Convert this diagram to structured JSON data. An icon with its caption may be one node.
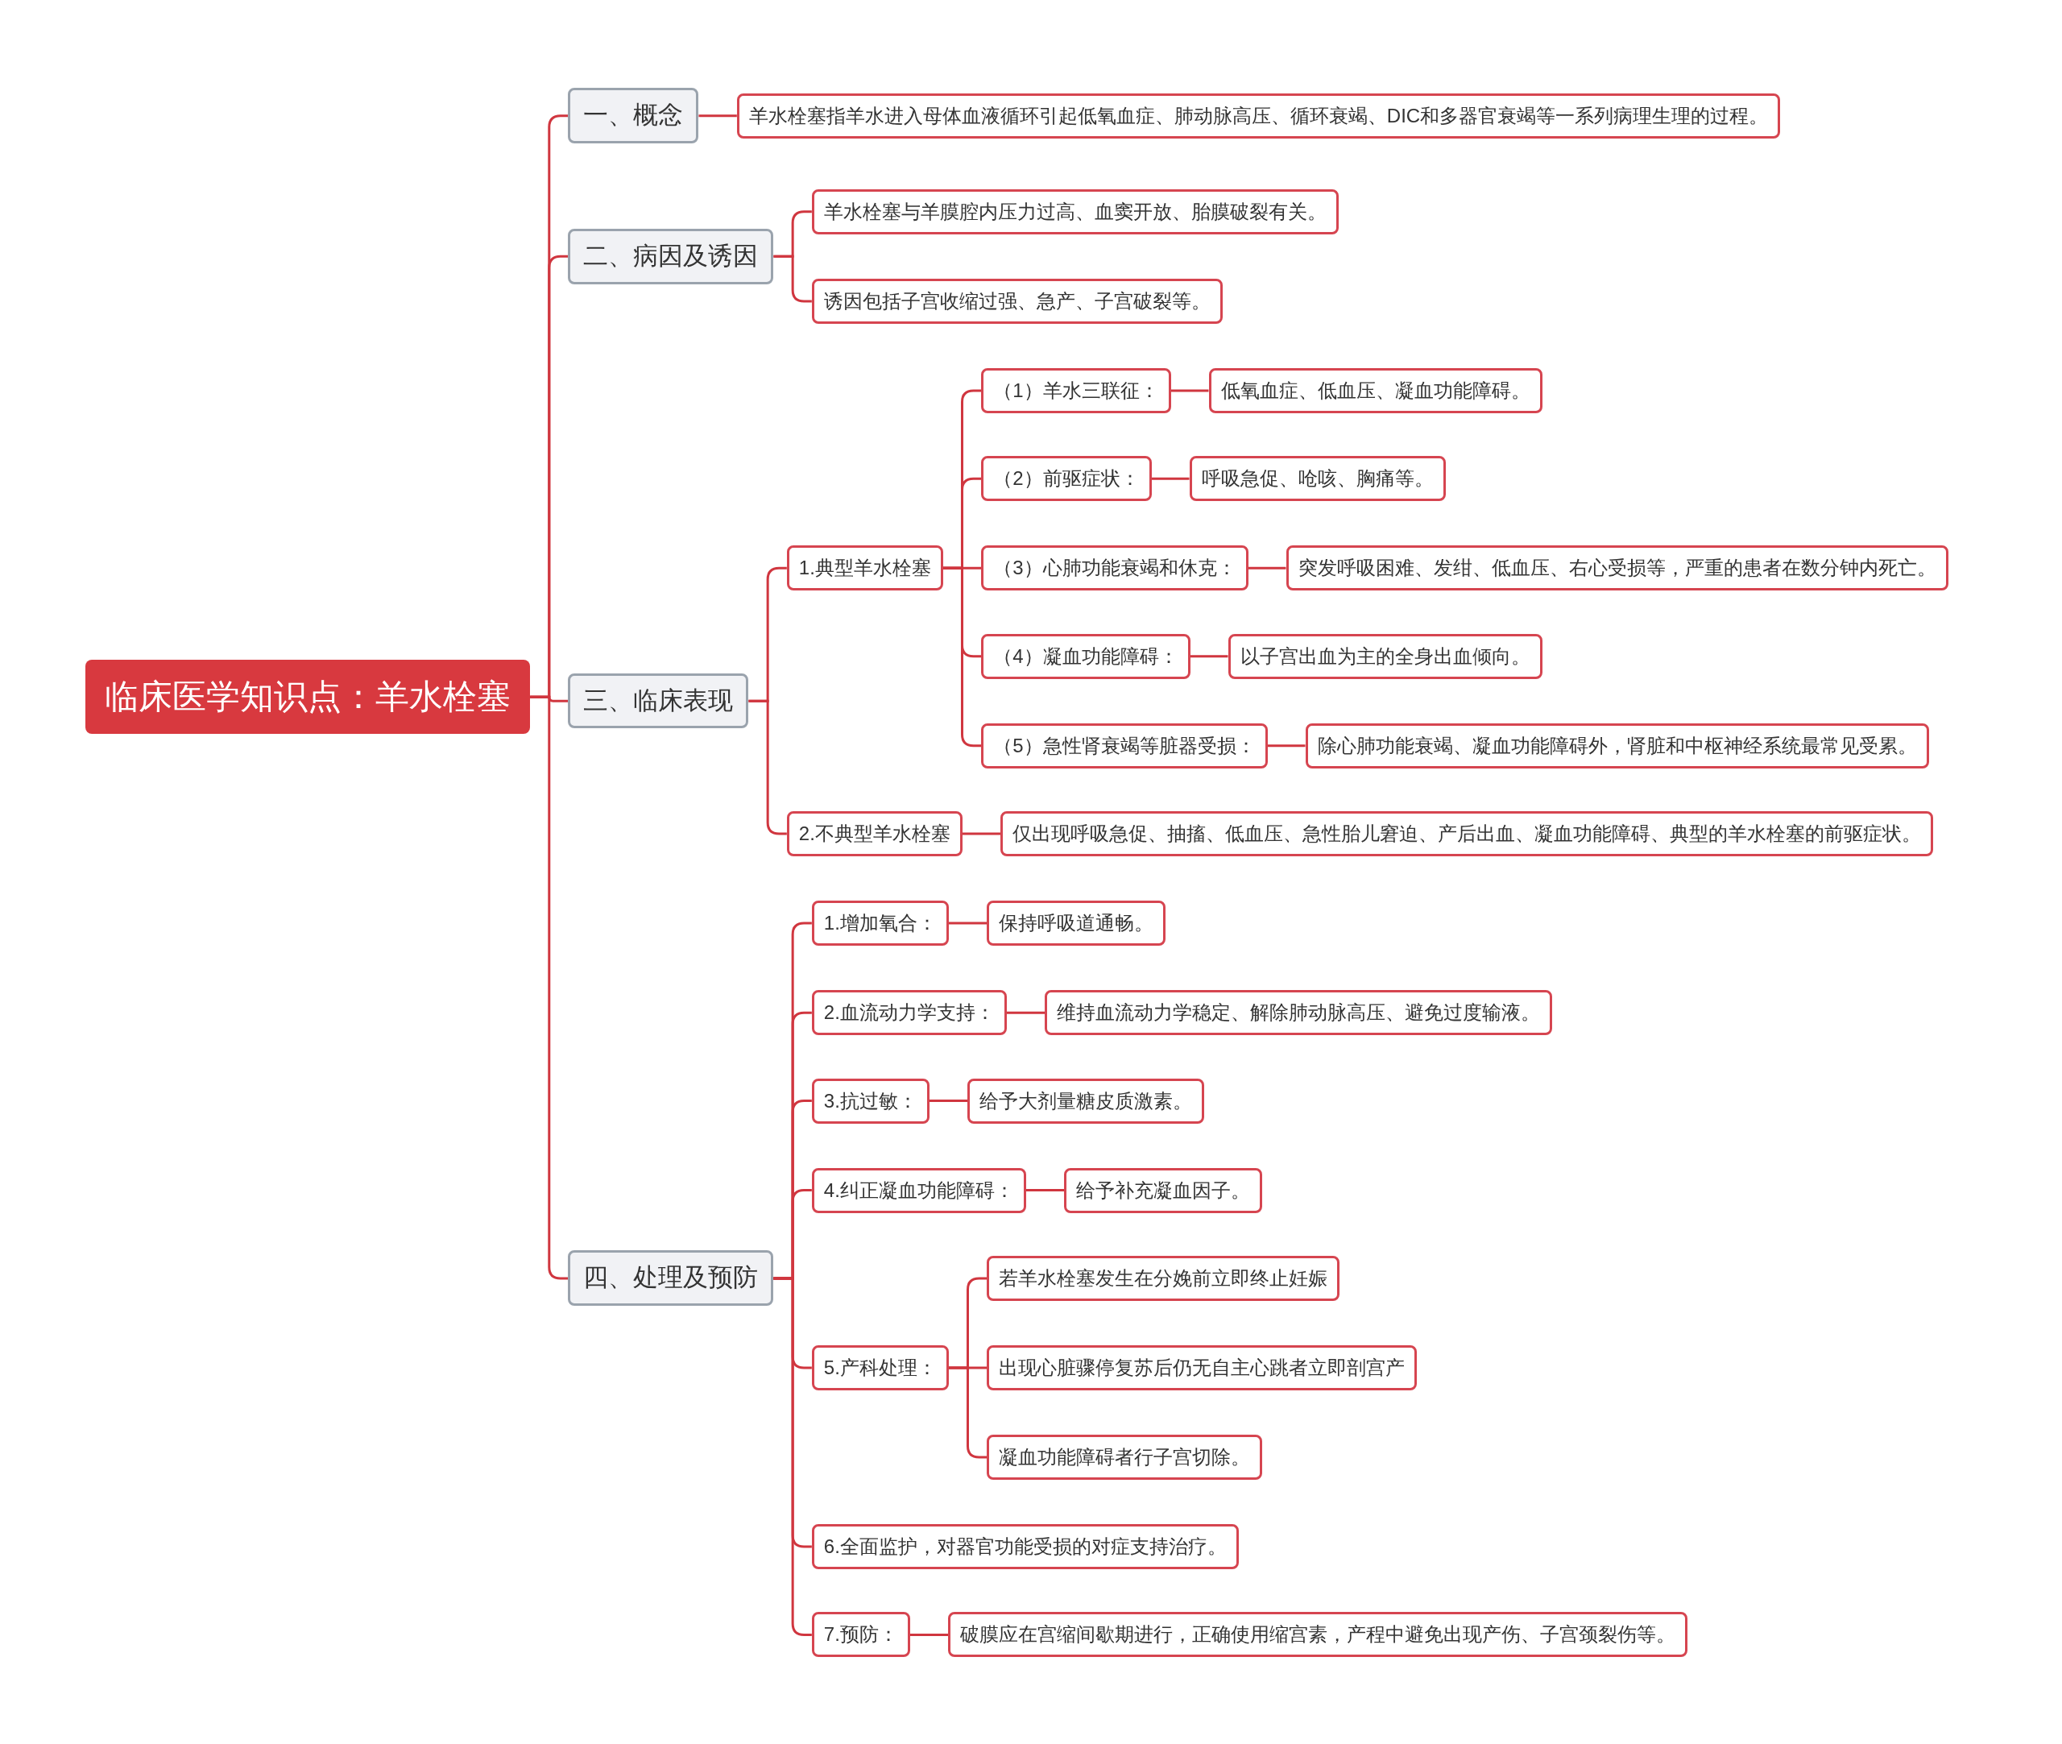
{
  "diagram": {
    "nodes": [
      {
        "text": [
          "临床医学知识点：羊水栓塞"
        ]
      },
      {
        "text": [
          "一、概念"
        ]
      },
      {
        "text": [
          "羊水栓塞指羊水进入母体血液循环引起低氧血症、肺动脉高压、循环衰竭、DIC和多器官衰竭等一系列病理生理的过程。"
        ]
      },
      {
        "text": [
          "二、病因及诱因"
        ]
      },
      {
        "text": [
          "羊水栓塞与羊膜腔内压力过高、血窦开放、胎膜破裂有关。"
        ]
      },
      {
        "text": [
          "诱因包括子宫收缩过强、急产、子宫破裂等。"
        ]
      },
      {
        "text": [
          "三、临床表现"
        ]
      },
      {
        "text": [
          "1.典型羊水栓塞"
        ]
      },
      {
        "text": [
          "（1）羊水三联征："
        ]
      },
      {
        "text": [
          "低氧血症、低血压、凝血功能障碍。"
        ]
      },
      {
        "text": [
          "（2）前驱症状："
        ]
      },
      {
        "text": [
          "呼吸急促、呛咳、胸痛等。"
        ]
      },
      {
        "text": [
          "（3）心肺功能衰竭和休克："
        ]
      },
      {
        "text": [
          "突发呼吸困难、发绀、低血压、右心受损等，严重的患者在数分钟内死亡。"
        ]
      },
      {
        "text": [
          "（4）凝血功能障碍："
        ]
      },
      {
        "text": [
          "以子宫出血为主的全身出血倾向。"
        ]
      },
      {
        "text": [
          "（5）急性肾衰竭等脏器受损："
        ]
      },
      {
        "text": [
          "除心肺功能衰竭、凝血功能障碍外，肾脏和中枢神经系统最常见受累。"
        ]
      },
      {
        "text": [
          "2.不典型羊水栓塞"
        ]
      },
      {
        "text": [
          "仅出现呼吸急促、抽搐、低血压、急性胎儿窘迫、产后出血、凝血功能障碍、典型的羊水栓塞的前驱症状。"
        ]
      },
      {
        "text": [
          "四、处理及预防"
        ]
      },
      {
        "text": [
          "1.增加氧合："
        ]
      },
      {
        "text": [
          "保持呼吸道通畅。"
        ]
      },
      {
        "text": [
          "2.血流动力学支持："
        ]
      },
      {
        "text": [
          "维持血流动力学稳定、解除肺动脉高压、避免过度输液。"
        ]
      },
      {
        "text": [
          "3.抗过敏："
        ]
      },
      {
        "text": [
          "给予大剂量糖皮质激素。"
        ]
      },
      {
        "text": [
          "4.纠正凝血功能障碍："
        ]
      },
      {
        "text": [
          "给予补充凝血因子。"
        ]
      },
      {
        "text": [
          "5.产科处理："
        ]
      },
      {
        "text": [
          "若羊水栓塞发生在分娩前立即终止妊娠"
        ]
      },
      {
        "text": [
          "出现心脏骤停复苏后仍无自主心跳者立即剖宫产"
        ]
      },
      {
        "text": [
          "凝血功能障碍者行子宫切除。"
        ]
      },
      {
        "text": [
          "6.全面监护，对器官功能受损的对症支持治疗。"
        ]
      },
      {
        "text": [
          "7.预防："
        ]
      },
      {
        "text": [
          "破膜应在宫缩间歇期进行，正确使用缩宫素，产程中避免出现产伤、子宫颈裂伤等。"
        ]
      }
    ],
    "edges": [
      {
        "from": 0,
        "to": 1,
        "arrow": "none"
      },
      {
        "from": 1,
        "to": 2,
        "arrow": "none"
      },
      {
        "from": 0,
        "to": 3,
        "arrow": "none"
      },
      {
        "from": 3,
        "to": 4,
        "arrow": "none"
      },
      {
        "from": 3,
        "to": 5,
        "arrow": "none"
      },
      {
        "from": 0,
        "to": 6,
        "arrow": "none"
      },
      {
        "from": 6,
        "to": 7,
        "arrow": "none"
      },
      {
        "from": 7,
        "to": 8,
        "arrow": "none"
      },
      {
        "from": 8,
        "to": 9,
        "arrow": "none"
      },
      {
        "from": 7,
        "to": 10,
        "arrow": "none"
      },
      {
        "from": 10,
        "to": 11,
        "arrow": "none"
      },
      {
        "from": 7,
        "to": 12,
        "arrow": "none"
      },
      {
        "from": 12,
        "to": 13,
        "arrow": "none"
      },
      {
        "from": 7,
        "to": 14,
        "arrow": "none"
      },
      {
        "from": 14,
        "to": 15,
        "arrow": "none"
      },
      {
        "from": 7,
        "to": 16,
        "arrow": "none"
      },
      {
        "from": 16,
        "to": 17,
        "arrow": "none"
      },
      {
        "from": 6,
        "to": 18,
        "arrow": "none"
      },
      {
        "from": 18,
        "to": 19,
        "arrow": "none"
      },
      {
        "from": 0,
        "to": 20,
        "arrow": "none"
      },
      {
        "from": 20,
        "to": 21,
        "arrow": "none"
      },
      {
        "from": 21,
        "to": 22,
        "arrow": "none"
      },
      {
        "from": 20,
        "to": 23,
        "arrow": "none"
      },
      {
        "from": 23,
        "to": 24,
        "arrow": "none"
      },
      {
        "from": 20,
        "to": 25,
        "arrow": "none"
      },
      {
        "from": 25,
        "to": 26,
        "arrow": "none"
      },
      {
        "from": 20,
        "to": 27,
        "arrow": "none"
      },
      {
        "from": 27,
        "to": 28,
        "arrow": "none"
      },
      {
        "from": 20,
        "to": 29,
        "arrow": "none"
      },
      {
        "from": 29,
        "to": 30,
        "arrow": "none"
      },
      {
        "from": 29,
        "to": 31,
        "arrow": "none"
      },
      {
        "from": 29,
        "to": 32,
        "arrow": "none"
      },
      {
        "from": 20,
        "to": 33,
        "arrow": "none"
      },
      {
        "from": 20,
        "to": 34,
        "arrow": "none"
      },
      {
        "from": 34,
        "to": 35,
        "arrow": "none"
      }
    ]
  }
}
